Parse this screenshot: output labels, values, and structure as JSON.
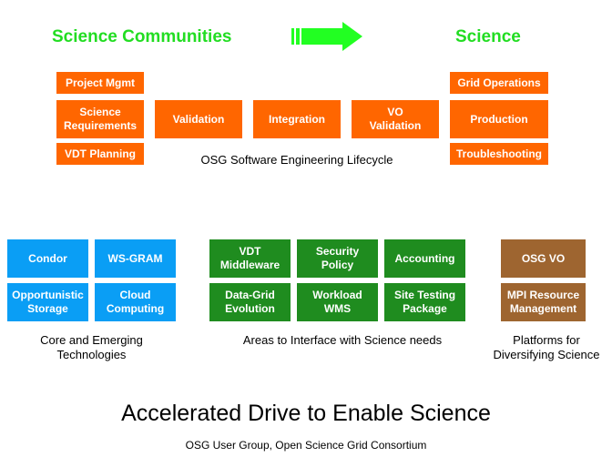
{
  "headings": {
    "left": "Science Communities",
    "right": "Science"
  },
  "lifecycle": {
    "left_column": [
      "Project Mgmt",
      "Science\nRequirements",
      "VDT Planning"
    ],
    "middle": [
      "Validation",
      "Integration",
      "VO\nValidation"
    ],
    "right_column": [
      "Grid Operations",
      "Production",
      "Troubleshooting"
    ],
    "caption": "OSG Software Engineering Lifecycle"
  },
  "core": {
    "boxes": [
      "Condor",
      "WS-GRAM",
      "Opportunistic\nStorage",
      "Cloud\nComputing"
    ],
    "caption": "Core and Emerging\nTechnologies"
  },
  "areas": {
    "boxes": [
      "VDT\nMiddleware",
      "Security\nPolicy",
      "Accounting",
      "Data-Grid\nEvolution",
      "Workload\nWMS",
      "Site Testing\nPackage"
    ],
    "caption": "Areas to Interface with Science needs"
  },
  "platforms": {
    "boxes": [
      "OSG VO",
      "MPI Resource\nManagement"
    ],
    "caption": "Platforms for\nDiversifying Science"
  },
  "title": "Accelerated Drive to Enable Science",
  "footer": "OSG User Group, Open Science Grid Consortium",
  "colors": {
    "heading": "#22dd22",
    "lifecycle_box": "#ff6600",
    "core_box": "#0a9ef5",
    "areas_box": "#1f8c1f",
    "platforms_box": "#9e6530",
    "arrow": "#22ff22"
  }
}
